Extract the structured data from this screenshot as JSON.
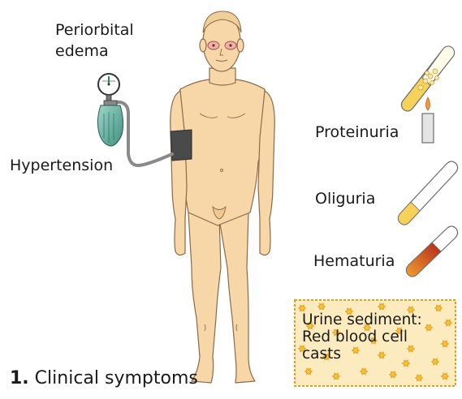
{
  "labels": {
    "periorbital_line1": "Periorbital",
    "periorbital_line2": "edema",
    "hypertension": "Hypertension",
    "proteinuria": "Proteinuria",
    "oliguria": "Oliguria",
    "hematuria": "Hematuria",
    "sediment_line1": "Urine sediment:",
    "sediment_line2": "Red blood cell",
    "sediment_line3": "casts"
  },
  "caption": {
    "number": "1.",
    "text": "Clinical symptoms"
  },
  "colors": {
    "skin": "#f7d7a8",
    "skin_outline": "#8a6a4a",
    "cuff": "#4a4a4a",
    "bulb": "#5aa898",
    "tube_yellow": "#f2c94c",
    "tube_red": "#c0392b",
    "sediment_bg": "#fdebc0",
    "sediment_border": "#e0a020"
  }
}
